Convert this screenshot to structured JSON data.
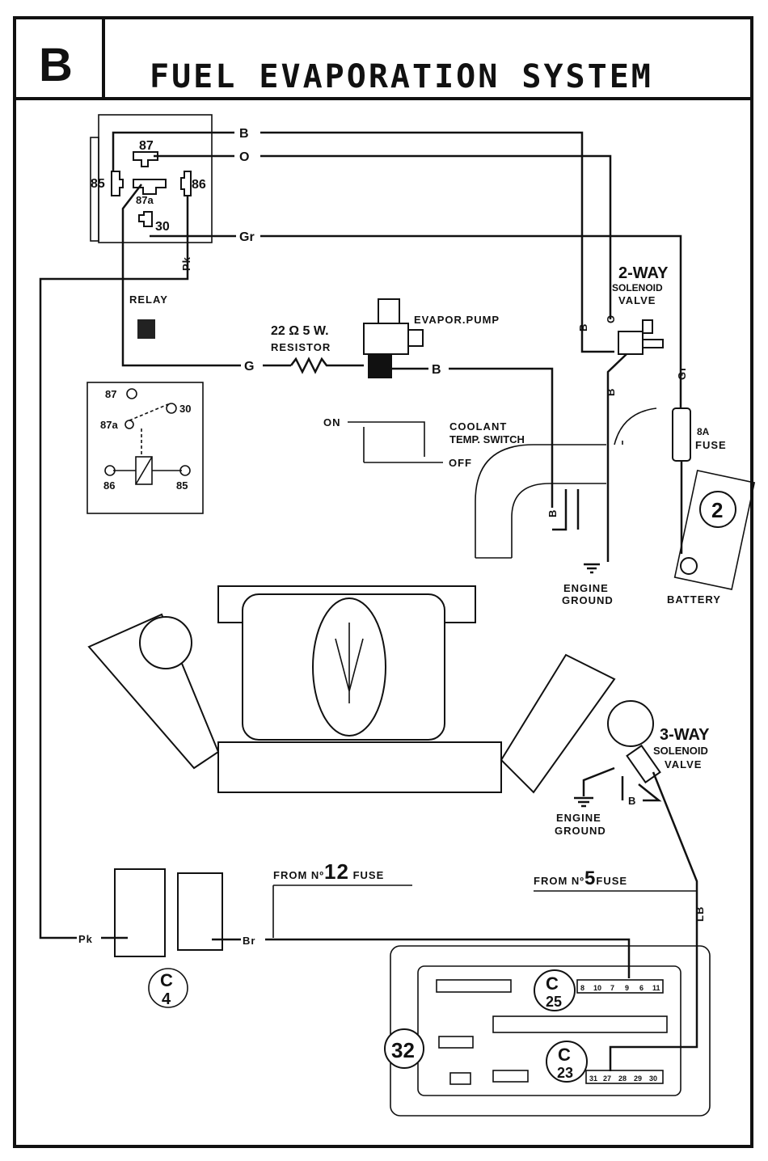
{
  "header": {
    "section": "B",
    "title": "FUEL EVAPORATION SYSTEM"
  },
  "relay": {
    "pins": {
      "p87": "87",
      "p85": "85",
      "p87a": "87a",
      "p86": "86",
      "p30": "30"
    },
    "label": "RELAY",
    "schematic": {
      "p87": "87",
      "p87a": "87a",
      "p30": "30",
      "p86": "86",
      "p85": "85"
    }
  },
  "wires": {
    "b_top": "B",
    "o_top": "O",
    "gr_top": "Gr",
    "pk_relay": "Pk",
    "g": "G",
    "b_pump": "B",
    "b_valve": "B",
    "o_valve": "O",
    "b_ground": "B",
    "gr_fuse": "Gr",
    "b_switch": "B",
    "b_3way": "B",
    "lb": "LB",
    "pk_conn": "Pk",
    "br_conn": "Br"
  },
  "components": {
    "resistor": {
      "value": "22 Ω 5 W.",
      "label": "RESISTOR"
    },
    "pump": "EVAPOR.PUMP",
    "valve2": {
      "line1": "2-WAY",
      "line2": "SOLENOID",
      "line3": "VALVE"
    },
    "coolant": {
      "line1": "COOLANT",
      "line2": "TEMP. SWITCH",
      "on": "ON",
      "off": "OFF"
    },
    "fuse": {
      "line1": "8A",
      "line2": "FUSE"
    },
    "battery_ref": "2",
    "ground1": {
      "line1": "ENGINE",
      "line2": "GROUND"
    },
    "battery": "BATTERY",
    "valve3": {
      "line1": "3-WAY",
      "line2": "SOLENOID",
      "line3": "VALVE"
    },
    "ground2": {
      "line1": "ENGINE",
      "line2": "GROUND"
    },
    "from12": {
      "prefix": "FROM Nº",
      "num": "12",
      "suffix": "FUSE"
    },
    "from5": {
      "prefix": "FROM Nº",
      "num": "5",
      "suffix": "FUSE"
    },
    "c4": {
      "letter": "C",
      "num": "4"
    },
    "c25": {
      "letter": "C",
      "num": "25",
      "pins": [
        "8",
        "10",
        "7",
        "9",
        "6",
        "11"
      ]
    },
    "c23": {
      "letter": "C",
      "num": "23",
      "pins": [
        "31",
        "27",
        "28",
        "29",
        "30"
      ]
    },
    "board_ref": "32"
  }
}
